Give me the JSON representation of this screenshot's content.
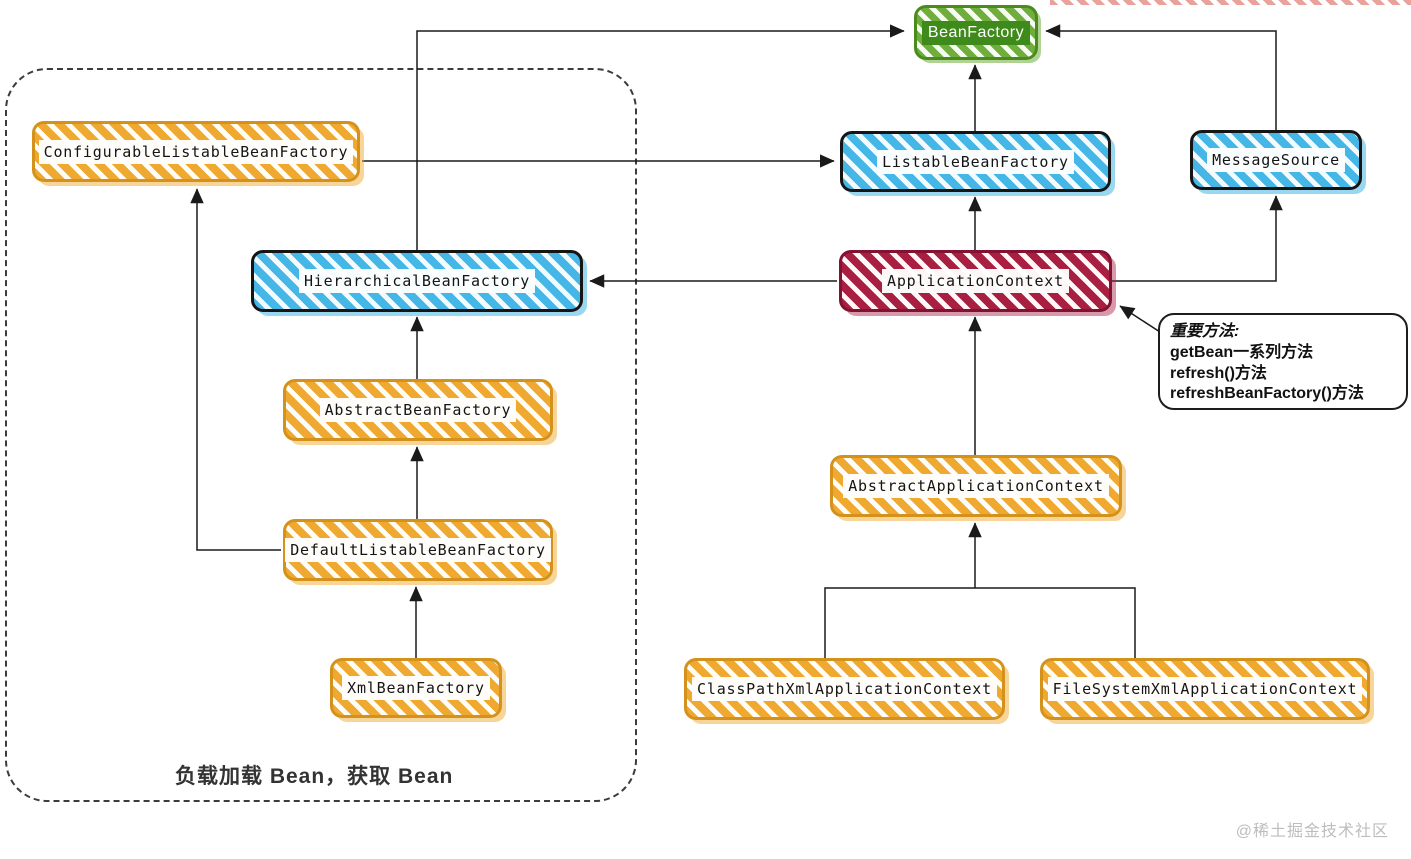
{
  "nodes": {
    "bean_factory": {
      "label": "BeanFactory"
    },
    "configurable_listable_bean_factory": {
      "label": "ConfigurableListableBeanFactory"
    },
    "listable_bean_factory": {
      "label": "ListableBeanFactory"
    },
    "message_source": {
      "label": "MessageSource"
    },
    "hierarchical_bean_factory": {
      "label": "HierarchicalBeanFactory"
    },
    "application_context": {
      "label": "ApplicationContext"
    },
    "abstract_bean_factory": {
      "label": "AbstractBeanFactory"
    },
    "abstract_application_context": {
      "label": "AbstractApplicationContext"
    },
    "default_listable_bean_factory": {
      "label": "DefaultListableBeanFactory"
    },
    "xml_bean_factory": {
      "label": "XmlBeanFactory"
    },
    "class_path_xml_application_context": {
      "label": "ClassPathXmlApplicationContext"
    },
    "file_system_xml_application_context": {
      "label": "FileSystemXmlApplicationContext"
    }
  },
  "note": {
    "title": "重要方法:",
    "lines": [
      "getBean一系列方法",
      "refresh()方法",
      "refreshBeanFactory()方法"
    ]
  },
  "group_label": "负载加载 Bean，获取 Bean",
  "watermark": "@稀土掘金技术社区",
  "colors": {
    "green_stripe": "#6fae3d",
    "green_border": "#4a8c1c",
    "green_label_bg": "#3e8a1a",
    "blue_stripe": "#45b7e6",
    "blue_border": "#151515",
    "orange_stripe": "#f0a930",
    "orange_border": "#d4921c",
    "red_stripe": "#a91f42",
    "red_border": "#821231",
    "line": "#1a1a1a"
  }
}
